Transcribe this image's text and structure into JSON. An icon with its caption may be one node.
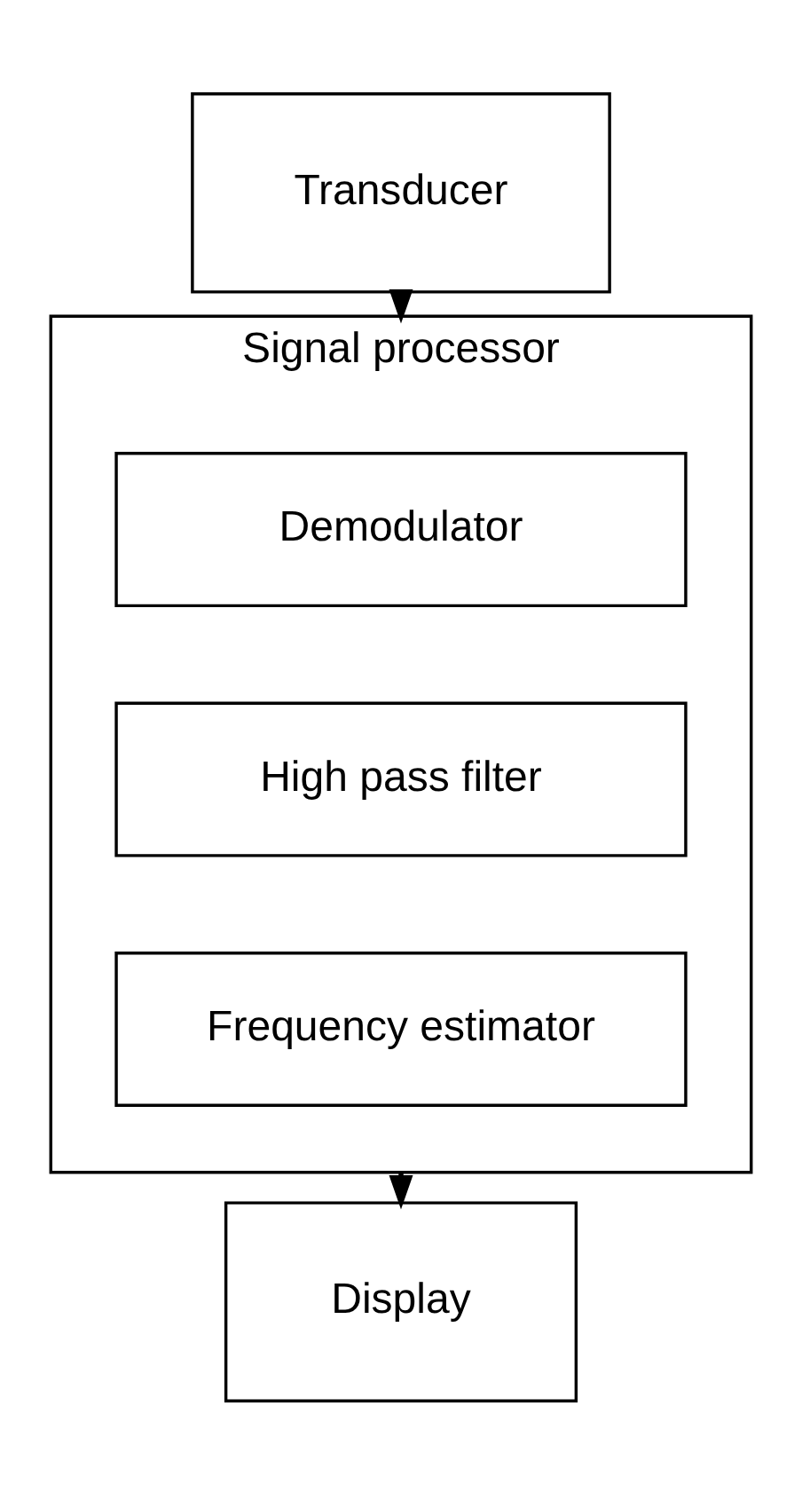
{
  "diagram": {
    "nodes": [
      {
        "text": [
          "Transducer"
        ]
      },
      {
        "text": [
          "Signal processor"
        ]
      },
      {
        "text": [
          "Demodulator"
        ],
        "in": 1
      },
      {
        "text": [
          "High pass filter"
        ],
        "in": 1
      },
      {
        "text": [
          "Frequency estimator"
        ],
        "in": 1
      },
      {
        "text": [
          "Display"
        ]
      }
    ],
    "edges": [
      {
        "from": 0,
        "to": 1,
        "arrow": "to"
      },
      {
        "from": 1,
        "to": 5,
        "arrow": "to"
      }
    ]
  }
}
